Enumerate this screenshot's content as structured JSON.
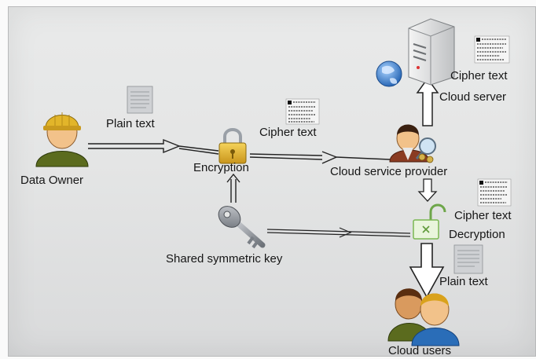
{
  "diagram": {
    "nodes": {
      "data_owner": "Data Owner",
      "encryption": "Encryption",
      "cloud_service_provider": "Cloud service provider",
      "cloud_server": "Cloud server",
      "decryption": "Decryption",
      "shared_key": "Shared symmetric key",
      "cloud_users": "Cloud users"
    },
    "docs": {
      "plain_text_owner": "Plain text",
      "cipher_text_mid": "Cipher text",
      "cipher_text_server": "Cipher text",
      "cipher_text_decrypt": "Cipher text",
      "plain_text_users": "Plain text"
    }
  },
  "colors": {
    "lock_gold": "#e5b82d",
    "lock_green": "#86c45a",
    "user_green": "#5b6b1e",
    "user_blue": "#2a6db8",
    "face": "#f2c28a",
    "hat": "#e2b52a"
  }
}
